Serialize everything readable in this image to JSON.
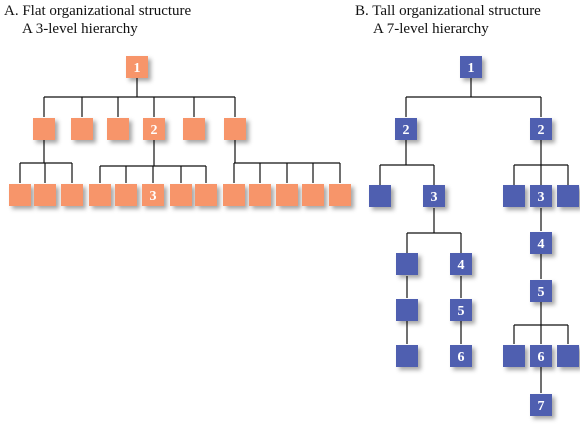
{
  "flat": {
    "title": "A. Flat organizational structure",
    "subtitle": "A 3-level hierarchy",
    "color": "#f7956b",
    "labels": {
      "top": "1",
      "mid": "2",
      "bottom": "3"
    }
  },
  "tall": {
    "title": "B. Tall organizational structure",
    "subtitle": "A 7-level hierarchy",
    "color": "#4f5fb0",
    "labels": [
      "1",
      "2",
      "2",
      "3",
      "3",
      "4",
      "4",
      "5",
      "5",
      "6",
      "6",
      "7"
    ]
  }
}
